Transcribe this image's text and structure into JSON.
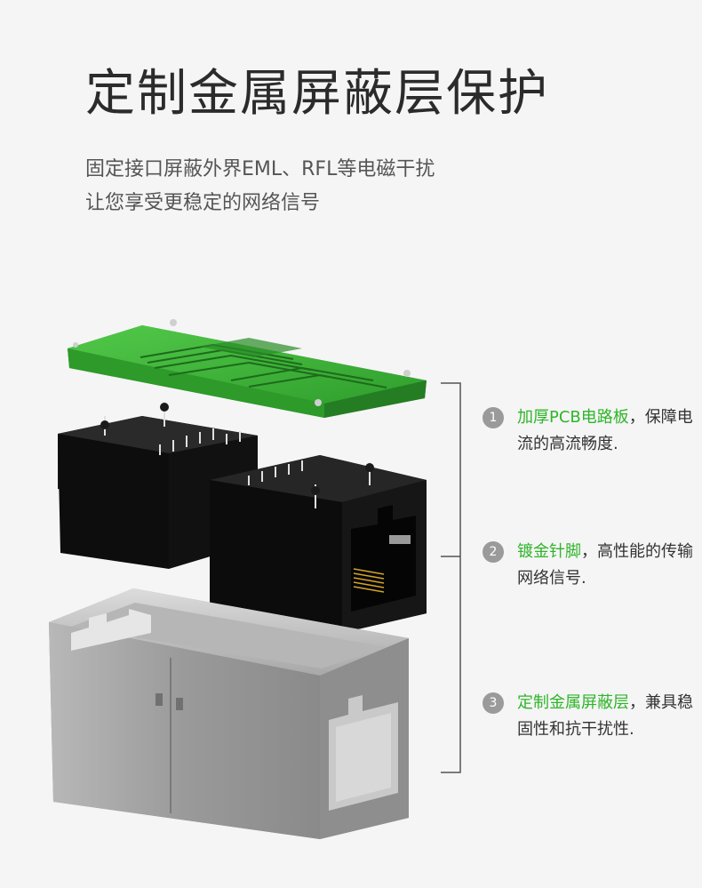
{
  "header": {
    "title": "定制金属屏蔽层保护",
    "subtitle_line1": "固定接口屏蔽外界EML、RFL等电磁干扰",
    "subtitle_line2": "让您享受更稳定的网络信号"
  },
  "features": [
    {
      "number": "1",
      "highlight": "加厚PCB电路板",
      "text": "，保障电流的高流畅度."
    },
    {
      "number": "2",
      "highlight": "镀金针脚",
      "text": "，高性能的传输网络信号."
    },
    {
      "number": "3",
      "highlight": "定制金属屏蔽层",
      "text": "，兼具稳固性和抗干扰性."
    }
  ],
  "colors": {
    "highlight": "#2fb52a",
    "pcb": "#3db53a",
    "jack": "#111111",
    "shield": "#9e9e9e"
  }
}
